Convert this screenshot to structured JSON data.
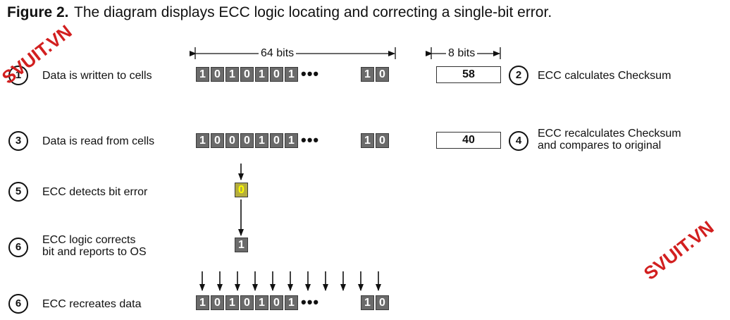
{
  "caption": {
    "label": "Figure 2.",
    "text": "The diagram displays ECC logic locating and correcting a single-bit error."
  },
  "dimensions": {
    "data_width": "64 bits",
    "checksum_width": "8 bits"
  },
  "steps": [
    {
      "num": "1",
      "text": "Data is written to cells"
    },
    {
      "num": "2",
      "text": "ECC calculates Checksum"
    },
    {
      "num": "3",
      "text": "Data is read from cells"
    },
    {
      "num": "4",
      "line1": "ECC recalculates Checksum",
      "line2": "and compares to original"
    },
    {
      "num": "5",
      "text": "ECC detects bit error"
    },
    {
      "num": "6",
      "line1": "ECC logic corrects",
      "line2": "bit and reports to OS"
    },
    {
      "num": "6",
      "text": "ECC recreates data"
    }
  ],
  "rows": {
    "written": {
      "bits": [
        "1",
        "0",
        "1",
        "0",
        "1",
        "0",
        "1"
      ],
      "ellipsis": "•••",
      "tail": [
        "1",
        "0"
      ]
    },
    "read": {
      "bits": [
        "1",
        "0",
        "0",
        "0",
        "1",
        "0",
        "1"
      ],
      "ellipsis": "•••",
      "tail": [
        "1",
        "0"
      ]
    },
    "recreated": {
      "bits": [
        "1",
        "0",
        "1",
        "0",
        "1",
        "0",
        "1"
      ],
      "ellipsis": "•••",
      "tail": [
        "1",
        "0"
      ]
    }
  },
  "error_bit": "0",
  "corrected_bit": "1",
  "checksums": {
    "original": "58",
    "recalculated": "40"
  },
  "watermark_text": "SVUIT.VN",
  "colors": {
    "cell": "#6b6b6b",
    "error_cell": "#b5ad3c",
    "error_text": "#ffff00",
    "watermark": "#d21f1f"
  }
}
